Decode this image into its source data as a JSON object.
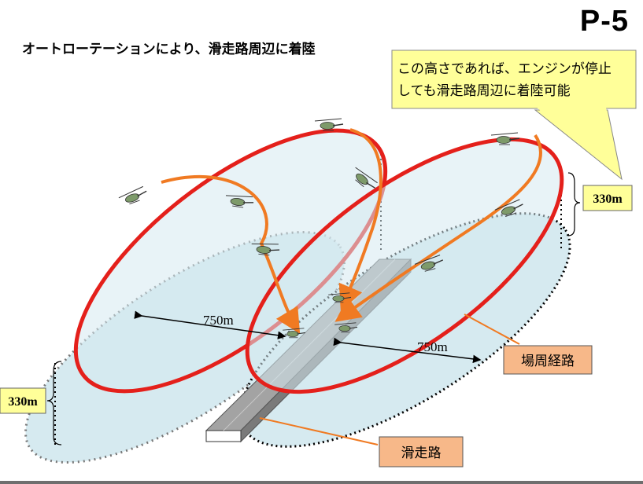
{
  "page_id": "P-5",
  "title": "オートローテーションにより、滑走路周辺に着陸",
  "callout": {
    "line1": "この高さであれば、エンジンが停止",
    "line2": "しても滑走路周辺に着陸可能"
  },
  "height_label_right": "330m",
  "height_label_left": "330m",
  "distance_label_left": "750m",
  "distance_label_right": "750m",
  "traffic_pattern_label": "場周経路",
  "runway_label": "滑走路",
  "colors": {
    "pattern_red": "#e4201b",
    "glide_orange": "#f07a22",
    "ellipse_fill": "#d6eaf0",
    "callout_fill": "#ffff99",
    "label_fill": "#f7b889",
    "runway_gray": "#9a9a9a"
  }
}
